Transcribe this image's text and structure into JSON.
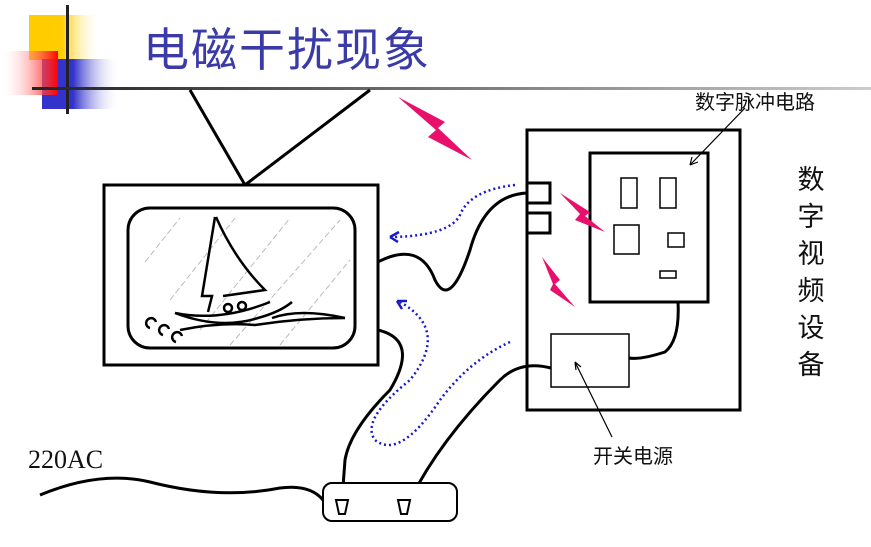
{
  "title": "电磁干扰现象",
  "labels": {
    "digital_pulse_circuit": "数字脉冲电路",
    "digital_video_device": "数字视频设备",
    "switching_power_supply": "开关电源",
    "mains": "220AC"
  },
  "colors": {
    "title": "#3a3aa8",
    "interference_bolt": "#e8106a",
    "coupling_path": "#1a1acc"
  }
}
